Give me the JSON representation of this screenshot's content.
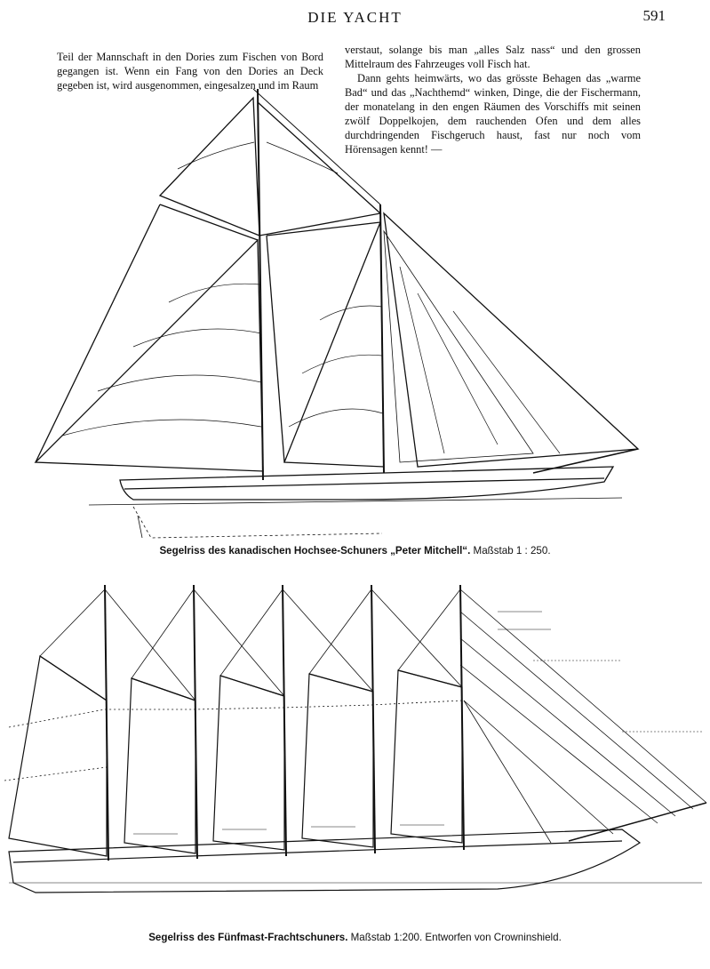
{
  "header": {
    "running_title": "DIE YACHT",
    "page_number": "591"
  },
  "text": {
    "left_column": "Teil der Mannschaft in den Dories zum Fischen von Bord gegangen ist. Wenn ein Fang von den Dories an Deck gegeben ist, wird ausgenommen, eingesalzen und im Raum",
    "right_para1": "verstaut, solange bis man „alles Salz nass“ und den grossen Mittelraum des Fahrzeuges voll Fisch hat.",
    "right_para2": "Dann gehts heimwärts, wo das grösste Behagen das „warme Bad“ und das „Nachthemd“ winken, Dinge, die der Fischermann, der monatelang in den engen Räumen des Vorschiffs mit seinen zwölf Doppelkojen, dem rauchenden Ofen und dem alles durchdringenden Fischgeruch haust, fast nur noch vom Hörensagen kennt! —"
  },
  "figure1": {
    "caption_bold": "Segelriss des kanadischen Hochsee-Schuners „Peter Mitchell“.",
    "caption_rest": " Maßstab 1 : 250."
  },
  "figure2": {
    "caption_bold": "Segelriss des Fünfmast-Frachtschuners.",
    "caption_rest": " Maßstab 1:200. Entworfen von Crowninshield."
  }
}
